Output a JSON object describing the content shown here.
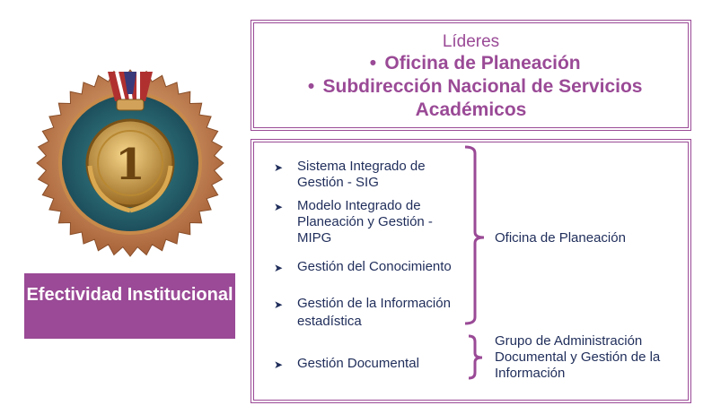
{
  "leaders": {
    "title": "Líderes",
    "items": [
      "Oficina de Planeación",
      "Subdirección Nacional de Servicios Académicos"
    ]
  },
  "processes": [
    {
      "label": "Sistema Integrado de Gestión - SIG"
    },
    {
      "label": "Modelo Integrado de Planeación y Gestión - MIPG"
    },
    {
      "label": "Gestión del Conocimiento"
    },
    {
      "label": "Gestión de la Información estadística"
    },
    {
      "label": "Gestión Documental"
    }
  ],
  "responsibles": [
    "Oficina de Planeación",
    "Grupo de Administración Documental y Gestión de la Información"
  ],
  "label": "Efectividad Institucional",
  "medal_number": "1",
  "colors": {
    "accent": "#9a4a96",
    "text": "#1f2d5a"
  }
}
